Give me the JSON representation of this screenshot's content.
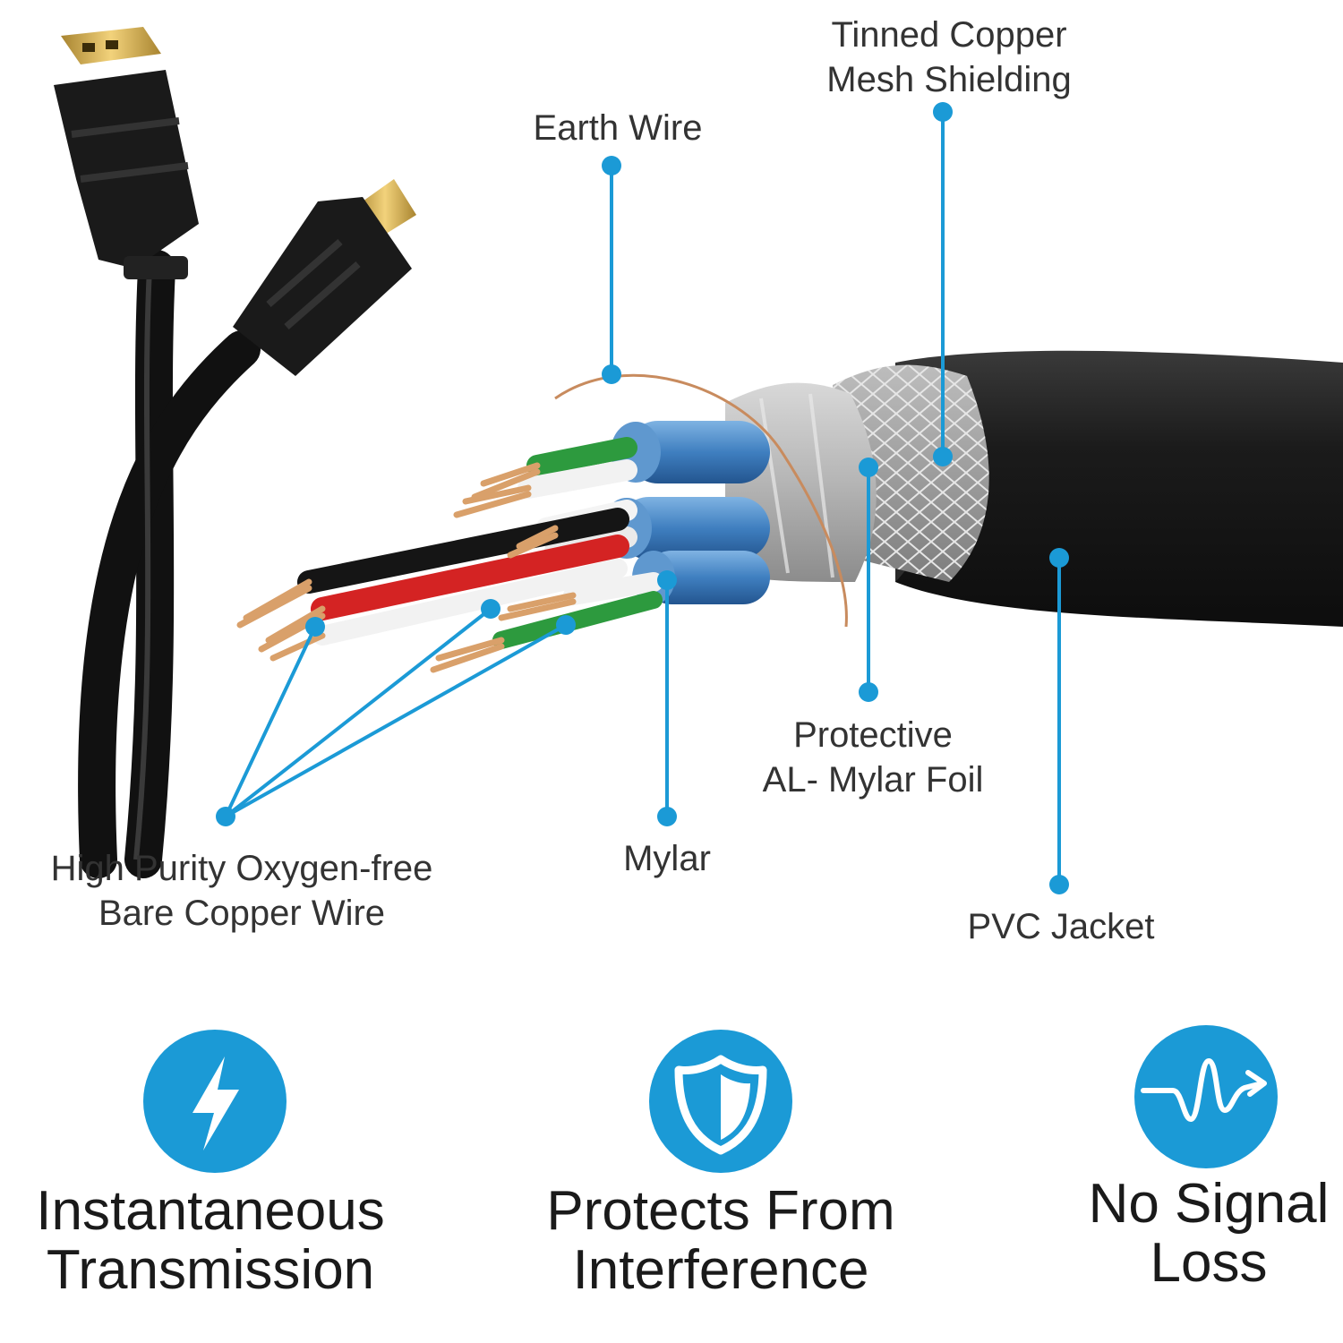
{
  "colors": {
    "accent_blue": "#1b9ad6",
    "jacket_black": "#1b1b1b",
    "gold": "#c9a24a",
    "copper": "#d9a06a"
  },
  "callouts": {
    "tinned_copper": {
      "line1": "Tinned Copper",
      "line2": "Mesh Shielding"
    },
    "earth_wire": {
      "line1": "Earth Wire"
    },
    "protective_foil": {
      "line1": "Protective",
      "line2": "AL- Mylar Foil"
    },
    "mylar": {
      "line1": "Mylar"
    },
    "pvc_jacket": {
      "line1": "PVC Jacket"
    },
    "copper_wire": {
      "line1": "High Purity Oxygen-free",
      "line2": "Bare Copper Wire"
    }
  },
  "features": [
    {
      "icon": "lightning-icon",
      "line1": "Instantaneous",
      "line2": "Transmission"
    },
    {
      "icon": "shield-icon",
      "line1": "Protects From",
      "line2": "Interference"
    },
    {
      "icon": "signal-wave-icon",
      "line1": "No Signal",
      "line2": "Loss"
    }
  ]
}
